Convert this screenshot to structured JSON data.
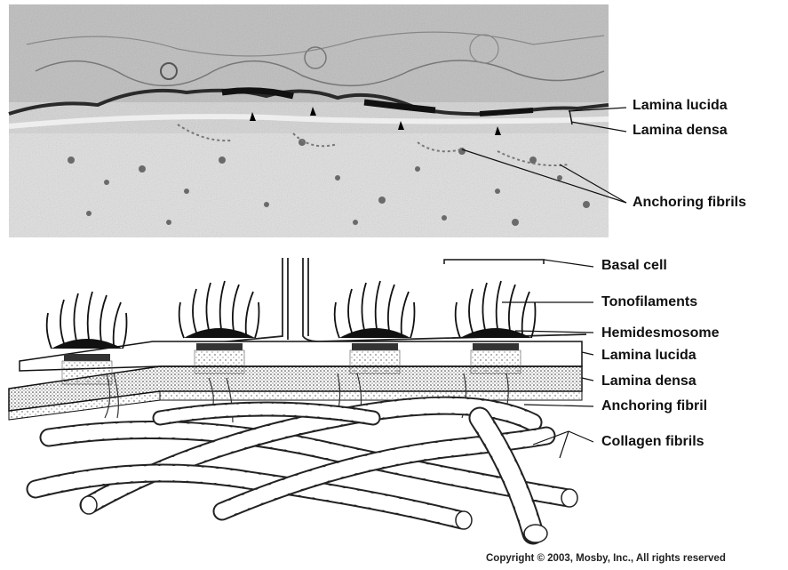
{
  "micrograph": {
    "labels": {
      "lamina_lucida": "Lamina lucida",
      "lamina_densa": "Lamina densa",
      "anchoring_fibrils": "Anchoring fibrils"
    }
  },
  "diagram": {
    "labels": {
      "basal_cell": "Basal cell",
      "tonofilaments": "Tonofilaments",
      "hemidesmosome": "Hemidesmosome",
      "lamina_lucida": "Lamina lucida",
      "lamina_densa": "Lamina densa",
      "anchoring_fibril": "Anchoring fibril",
      "collagen_fibrils": "Collagen fibrils"
    }
  },
  "copyright": "Copyright © 2003, Mosby, Inc., All rights reserved"
}
